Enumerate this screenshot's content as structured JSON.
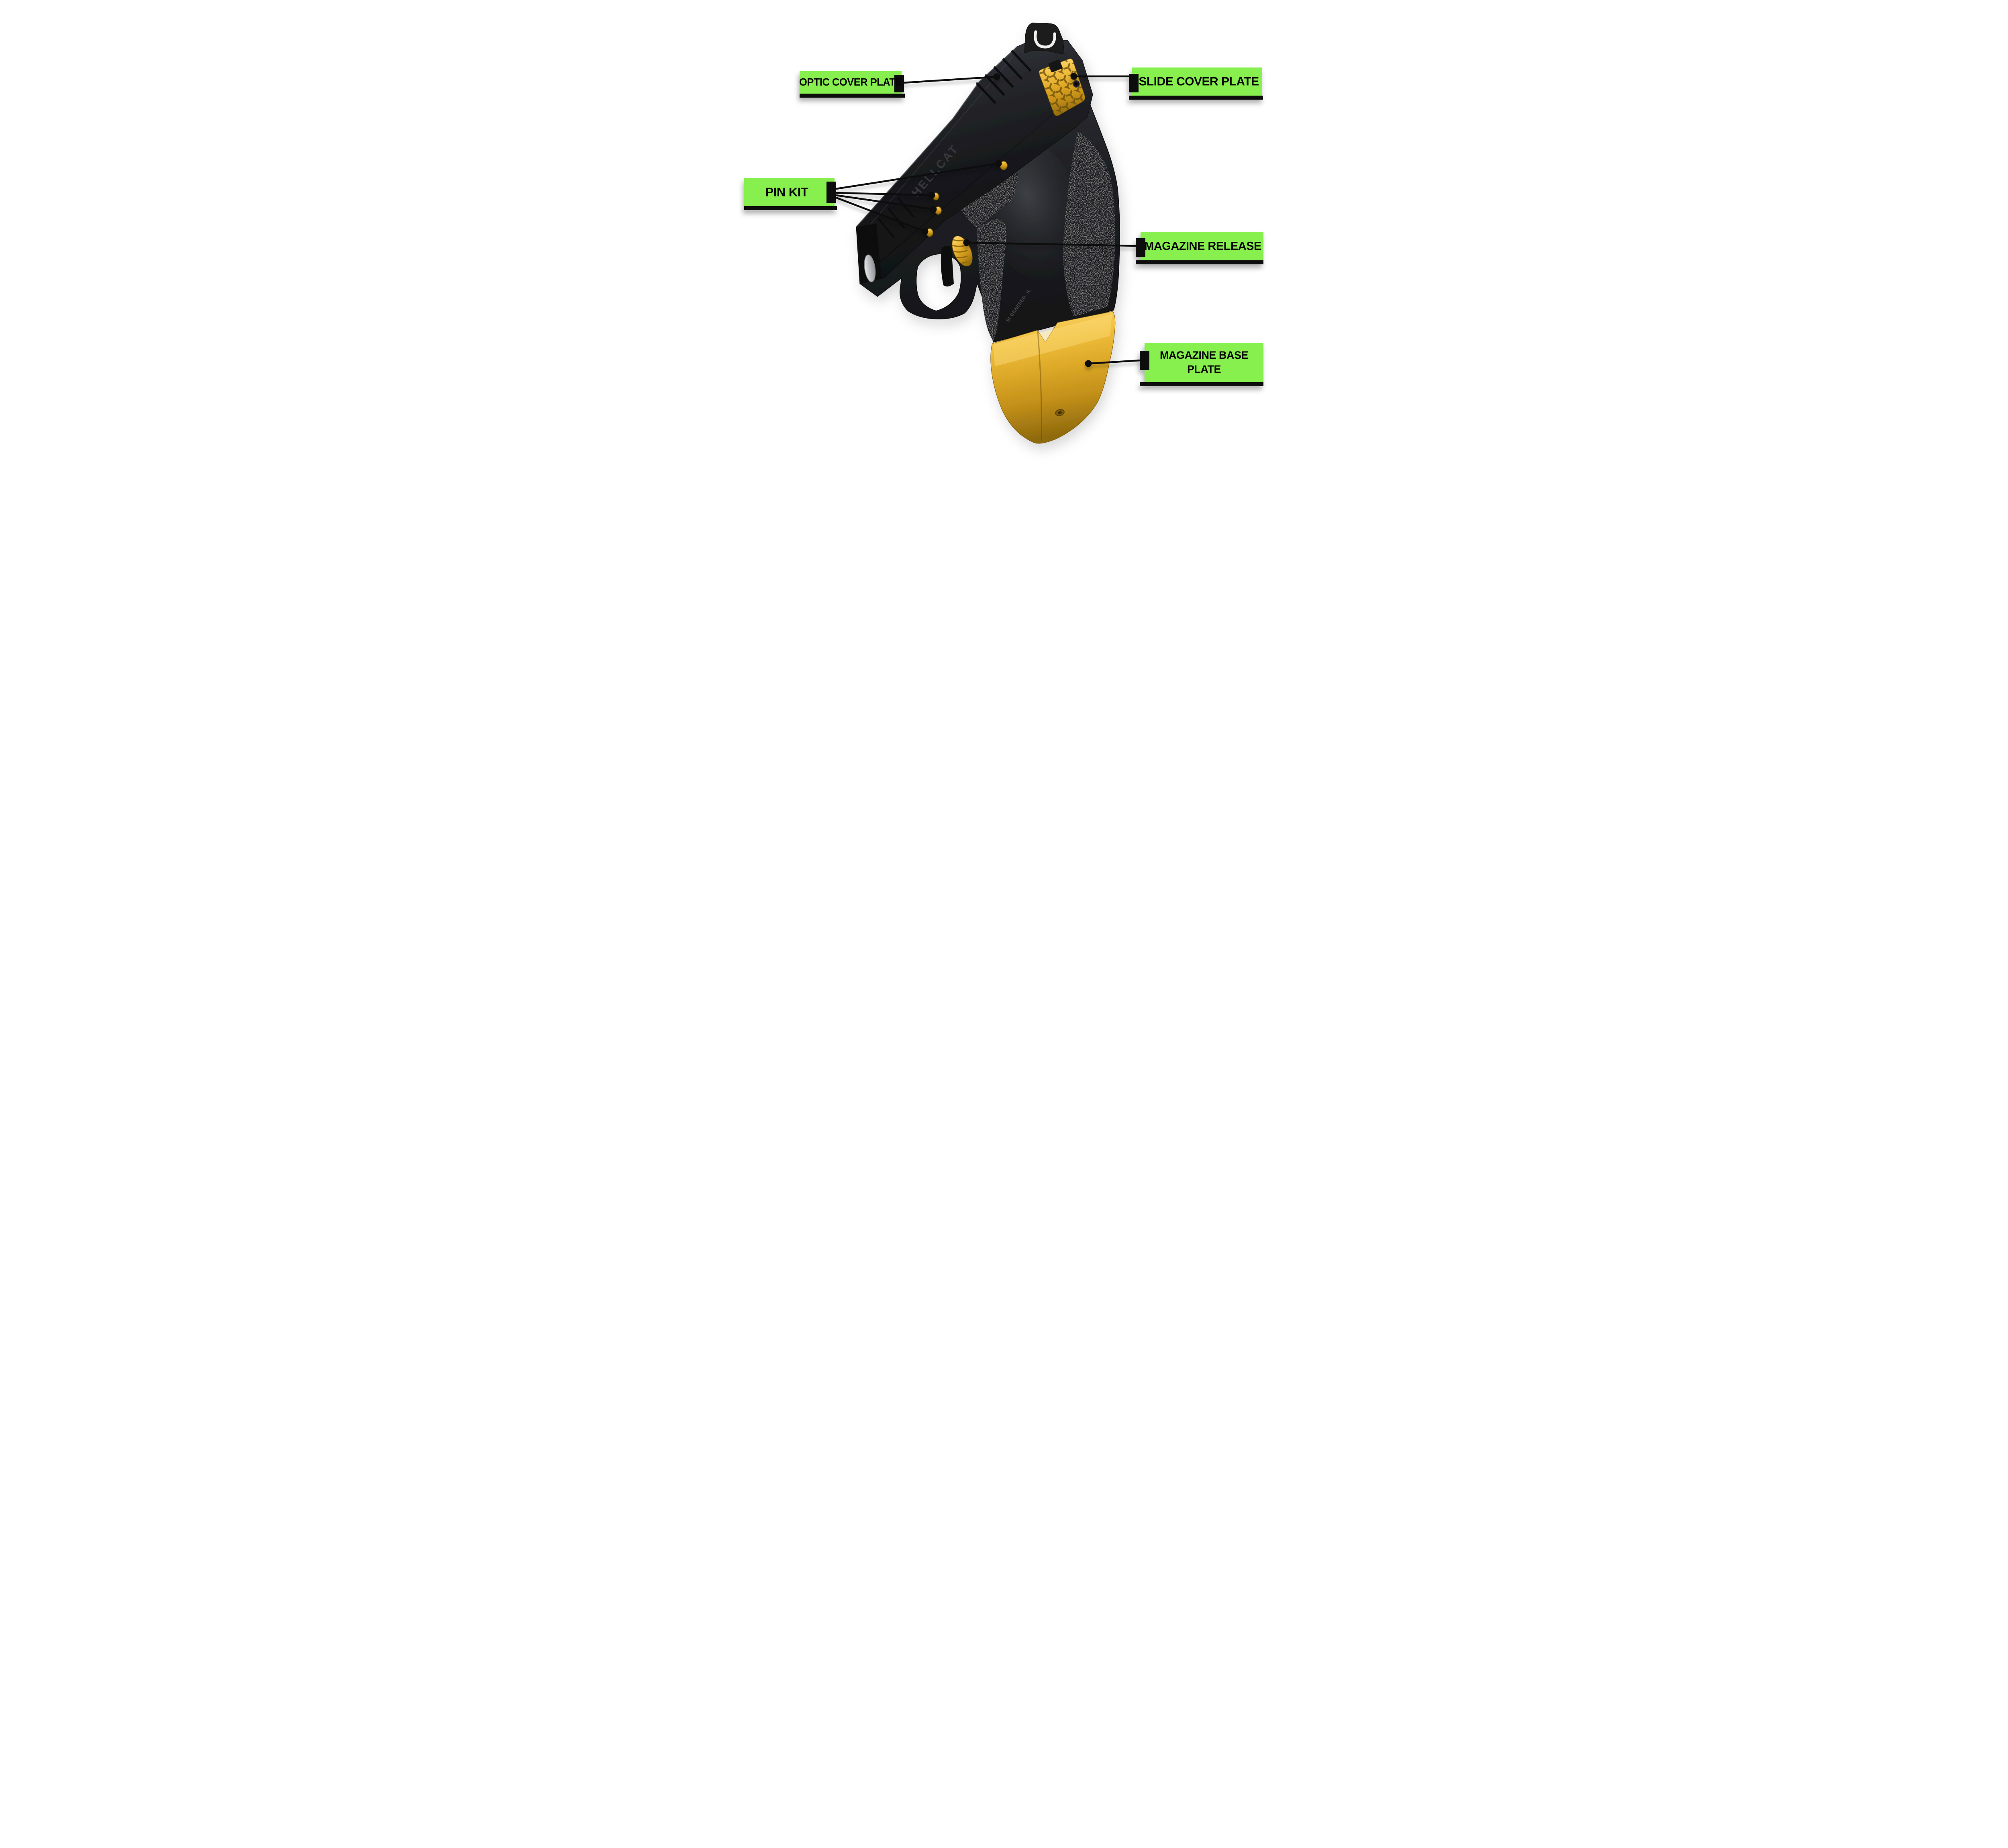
{
  "figure": {
    "background_color": "#ffffff",
    "subject": "Black sub-compact pistol with gold accent parts, five green part-callout labels"
  },
  "colors": {
    "label_green": "#87F04F",
    "callout_black": "#0a0a0a",
    "gold_accent": "#E3A81F",
    "gun_black": "#1b1c1f"
  },
  "callouts": [
    {
      "id": "optic-cover-plate",
      "label": "OPTIC COVER PLATE",
      "tab_side": "right",
      "line_count": 1,
      "points_to": "top of slide"
    },
    {
      "id": "slide-cover-plate",
      "label": "SLIDE COVER PLATE",
      "tab_side": "left",
      "line_count": 1,
      "points_to": "gold patterned rear slide plate"
    },
    {
      "id": "pin-kit",
      "label": "PIN KIT",
      "tab_side": "right",
      "line_count": 4,
      "points_to": "four gold frame pins"
    },
    {
      "id": "magazine-release",
      "label": "MAGAZINE RELEASE",
      "tab_side": "left",
      "line_count": 1,
      "points_to": "gold ridged magazine release button"
    },
    {
      "id": "magazine-base-plate",
      "label": "MAGAZINE BASE PLATE",
      "label_lines": [
        "MAGAZINE BASE",
        "PLATE"
      ],
      "tab_side": "left",
      "line_count": 1,
      "points_to": "gold magazine base plate"
    }
  ],
  "engravings": {
    "slide_text": "HELLCAT",
    "frame_text": "SI GENESEO, IL"
  }
}
